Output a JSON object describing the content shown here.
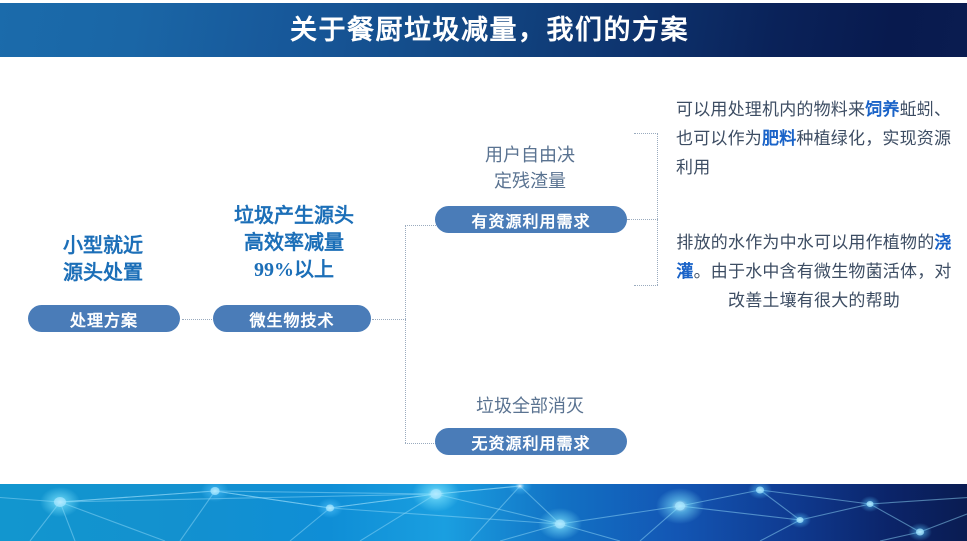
{
  "slide": {
    "title": "关于餐厨垃圾减量，我们的方案",
    "accent_blue": "#1c6fb8",
    "pill_blue": "#4a7cb8",
    "body_text_color": "#3d4d63",
    "highlight_color": "#1a63c8"
  },
  "column1": {
    "heading_line1": "小型就近",
    "heading_line2": "源头处置",
    "pill_label": "处理方案"
  },
  "column2": {
    "heading_line1": "垃圾产生源头",
    "heading_line2": "高效率减量",
    "heading_line3": "99%以上",
    "pill_label": "微生物技术"
  },
  "branch_a": {
    "heading_line1": "用户自由决",
    "heading_line2": "定残渣量",
    "pill_label": "有资源利用需求",
    "paragraph_1": {
      "seg1": "可以用处理机内的物料来",
      "hl1": "饲养",
      "seg2": "蚯蚓、也可以作为",
      "hl2": "肥料",
      "seg3": "种植绿化，实现资源利用"
    },
    "paragraph_2": {
      "seg1": "排放的水作为中水可以用作植物的",
      "hl1": "浇灌",
      "seg2": "。由于水中含有微生物菌活体，对改善土壤有很大的帮助"
    }
  },
  "branch_b": {
    "heading_line1": "垃圾全部消灭",
    "pill_label": "无资源利用需求"
  },
  "footer_graphic": {
    "name": "network-plexus-banner",
    "gradient_from": "#1fa5dc",
    "gradient_to": "#081a4e"
  }
}
